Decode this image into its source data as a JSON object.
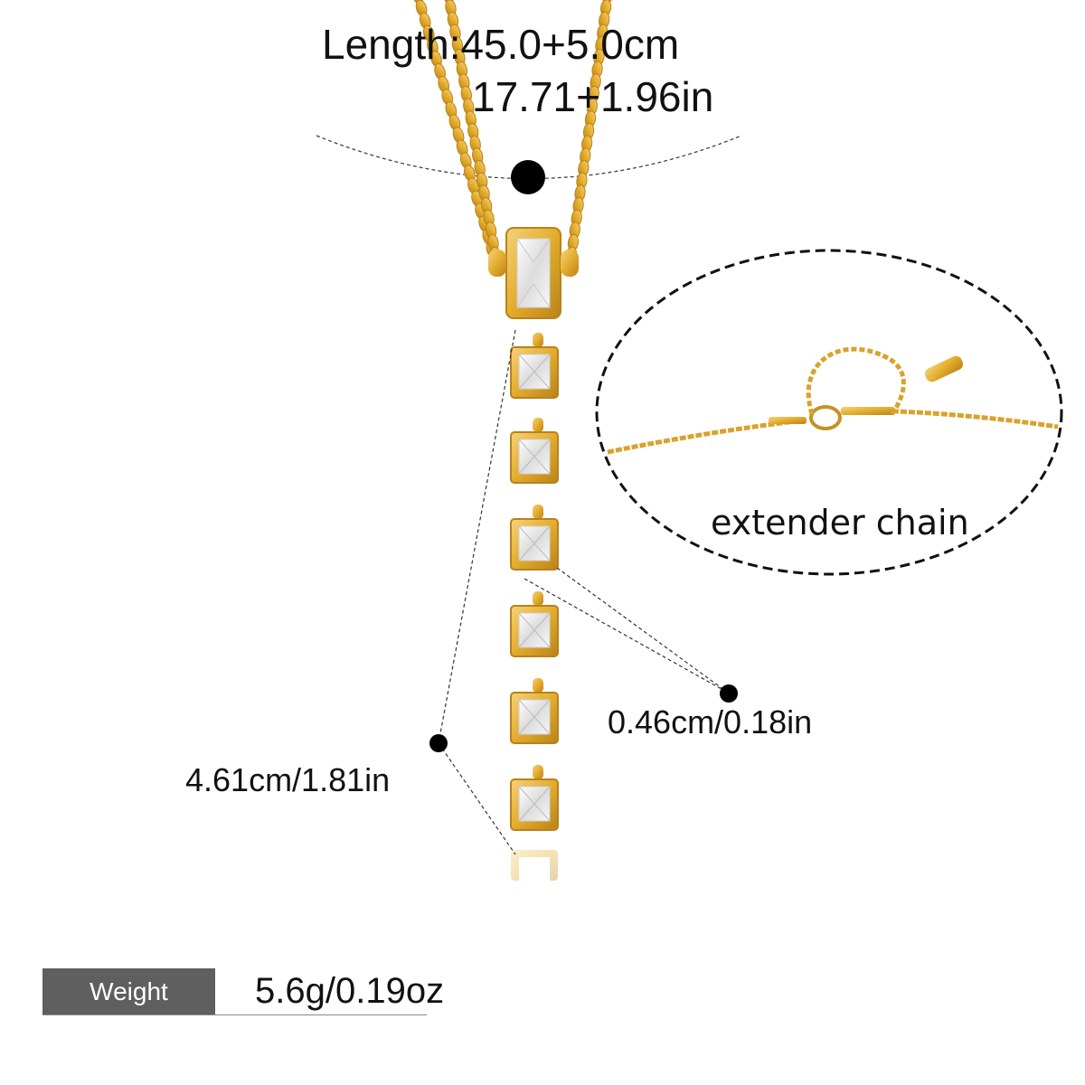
{
  "dimensions": {
    "length_cm": "Length:45.0+5.0cm",
    "length_in": "17.71+1.96in",
    "stone_width": "0.46cm/0.18in",
    "pendant_length": "4.61cm/1.81in"
  },
  "callout": {
    "label": "extender chain"
  },
  "weight": {
    "label": "Weight",
    "value": "5.6g/0.19oz"
  },
  "colors": {
    "gold": "#e3ac2c",
    "gold_dark": "#b9821a",
    "label_bg": "#5f5f5f"
  }
}
